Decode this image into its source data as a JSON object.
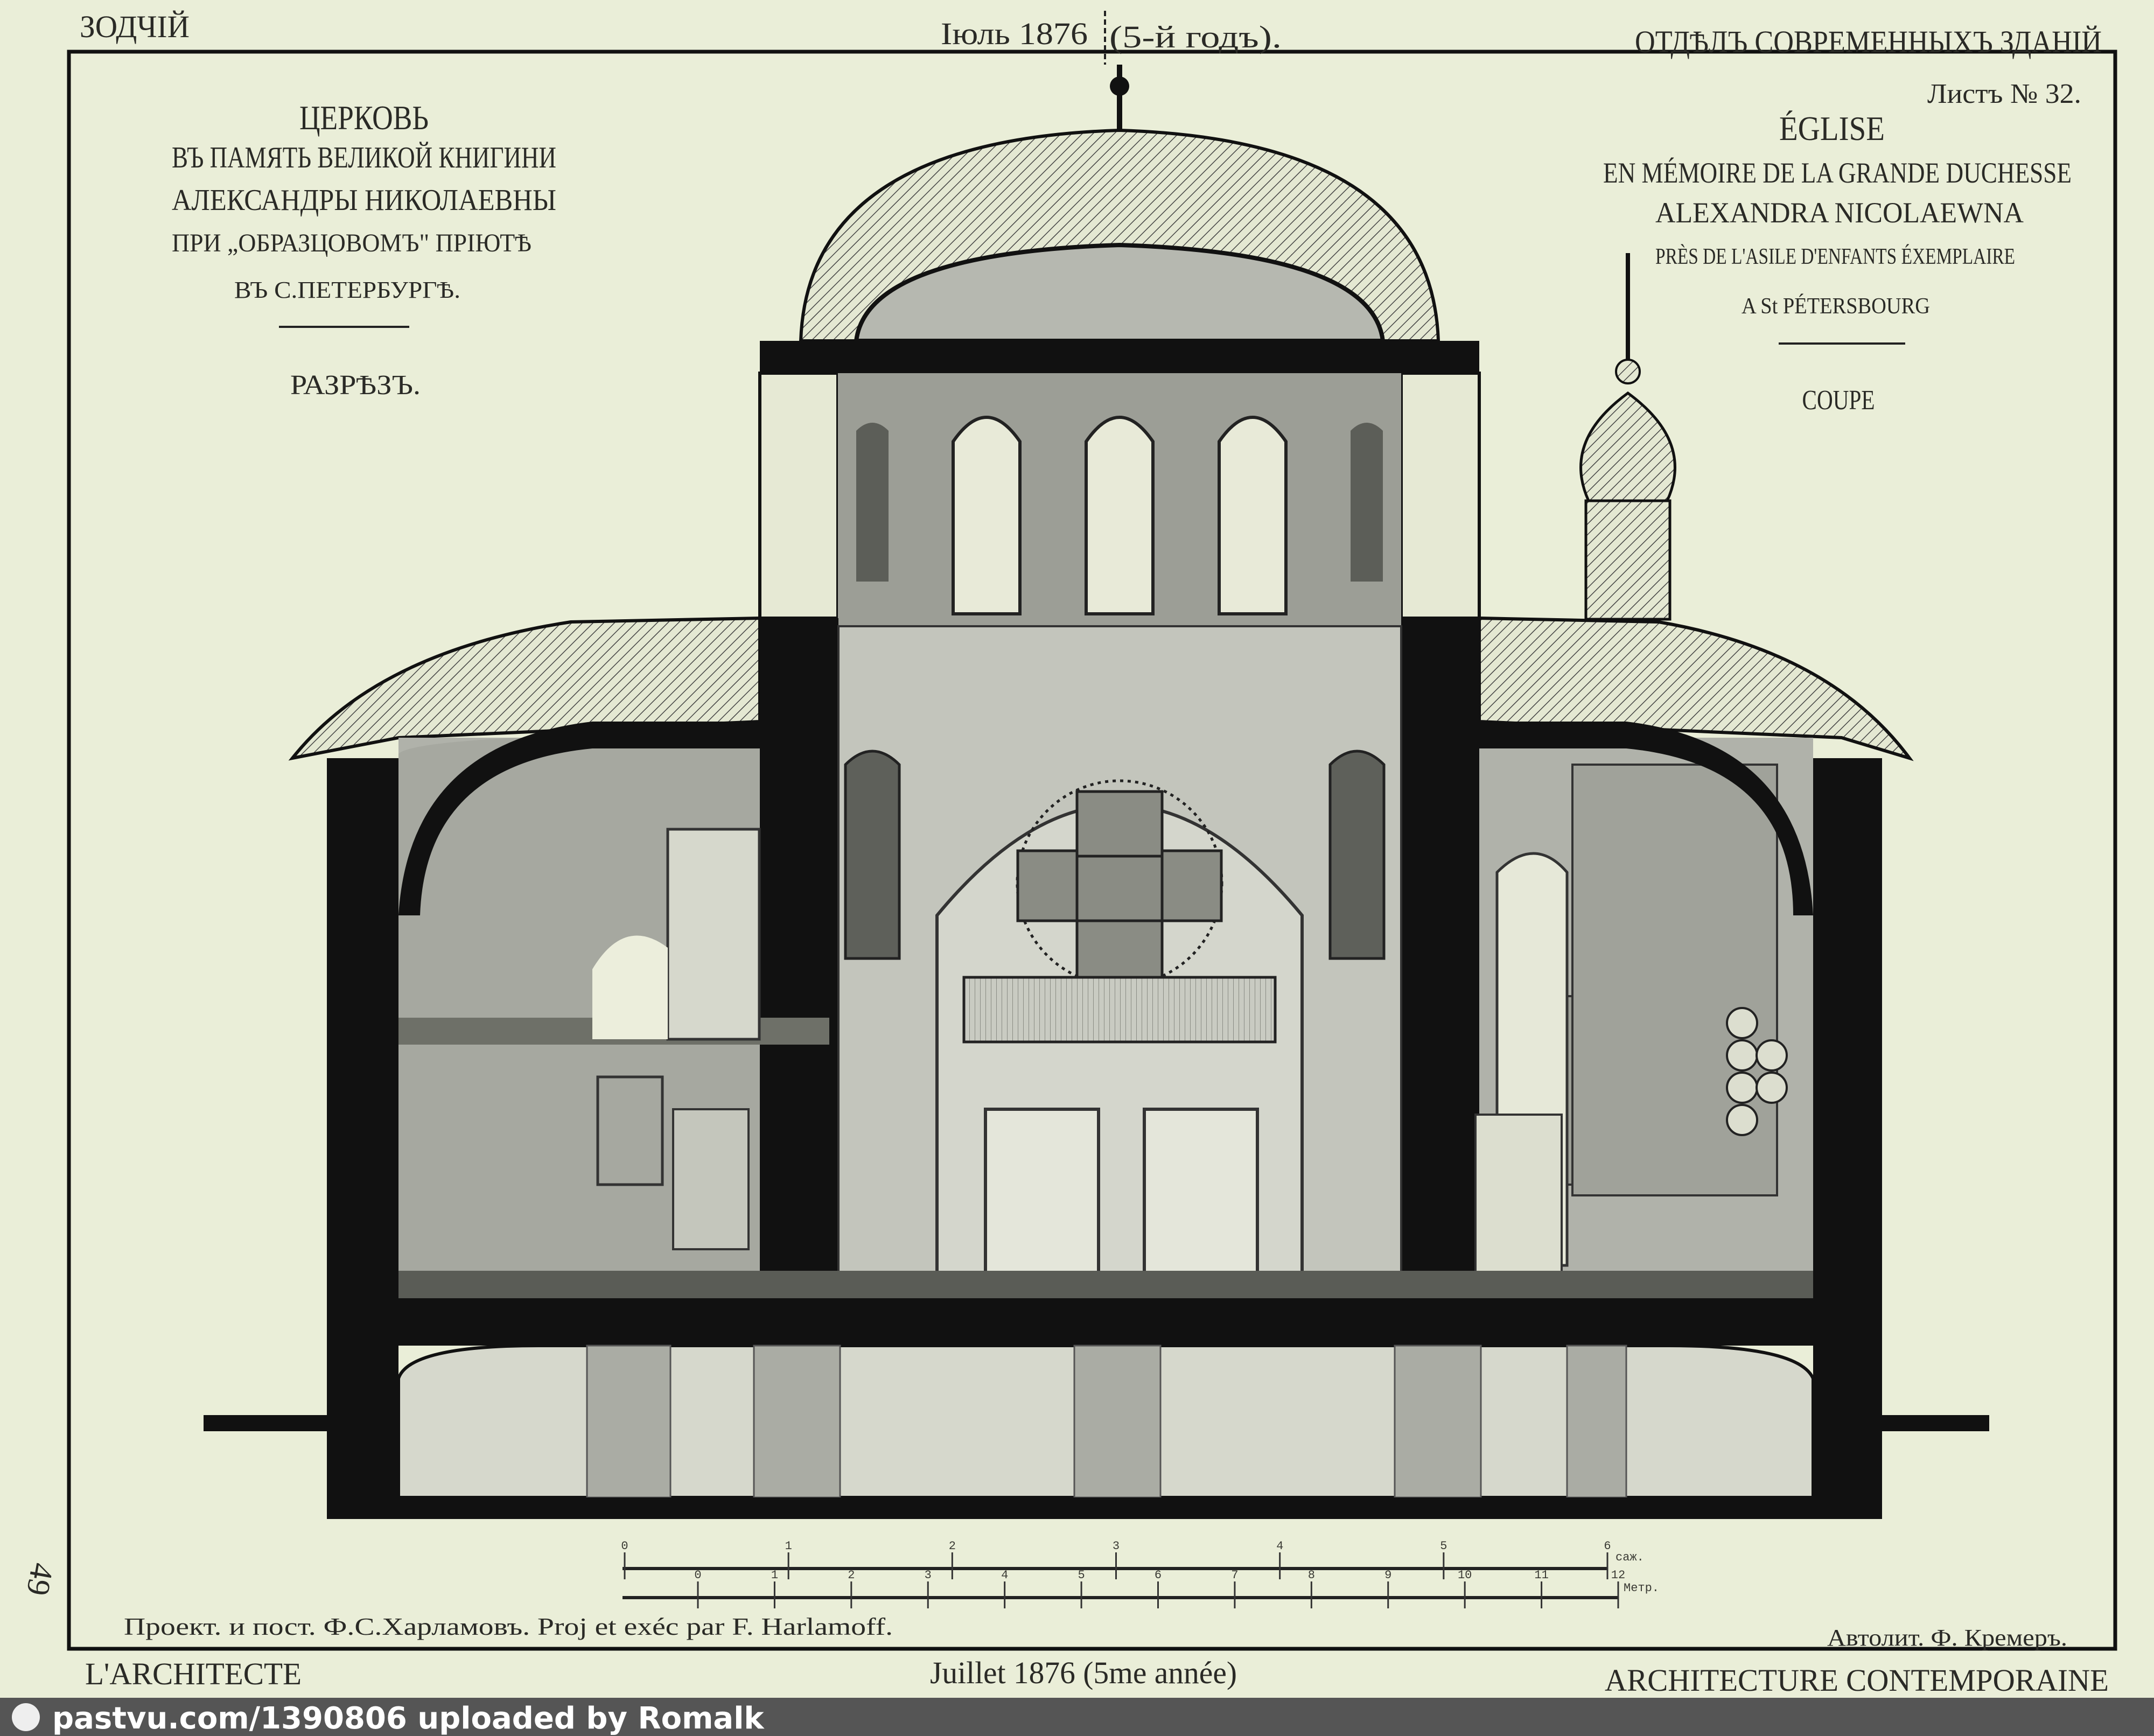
{
  "header": {
    "journal_ru": "ЗОДЧІЙ",
    "date_ru": "Іюль 1876",
    "year_ru": "(5-й годъ).",
    "section_ru": "ОТДѢЛЪ СОВРЕМЕННЫХЪ ЗДАНІЙ"
  },
  "sheet": "Листъ № 32.",
  "title_ru": {
    "line1": "ЦЕРКОВЬ",
    "line2": "ВЪ ПАМЯТЬ ВЕЛИКОЙ КНИГИНИ",
    "line3": "АЛЕКСАНДРЫ НИКОЛАЕВНЫ",
    "line4": "ПРИ „ОБРАЗЦОВОМЪ\" ПРІЮТѢ",
    "line5": "ВЪ С.ПЕТЕРБУРГѢ.",
    "view": "РАЗРѢЗЪ."
  },
  "title_fr": {
    "line1": "ÉGLISE",
    "line2": "EN MÉMOIRE DE LA GRANDE DUCHESSE",
    "line3": "ALEXANDRA NICOLAEWNA",
    "line4": "PRÈS DE L'ASILE D'ENFANTS ÉXEMPLAIRE",
    "line5": "A St PÉTERSBOURG",
    "view": "COUPE"
  },
  "scale": {
    "top_ticks": [
      "0",
      "1",
      "2",
      "3",
      "4",
      "5",
      "6"
    ],
    "top_unit": "саж.",
    "bottom_ticks": [
      "0",
      "1",
      "2",
      "3",
      "4",
      "5",
      "6",
      "7",
      "8",
      "9",
      "10",
      "11",
      "12"
    ],
    "bottom_unit": "Метр."
  },
  "footer": {
    "author": "Проект. и пост. Ф.С.Харламовъ.  Proj et exéc par F. Harlamoff.",
    "lithographer": "Автолит. Ф. Кремеръ.",
    "journal_fr": "L'ARCHITECTE",
    "date_fr": "Juillet 1876 (5me année)",
    "section_fr": "ARCHITECTURE CONTEMPORAINE"
  },
  "margin_note": "49",
  "watermark": "pastvu.com/1390806  uploaded by Romalk",
  "colors": {
    "paper": "#eaeed8",
    "ink": "#111111",
    "wash": "#8f918a",
    "bar": "#555555"
  }
}
